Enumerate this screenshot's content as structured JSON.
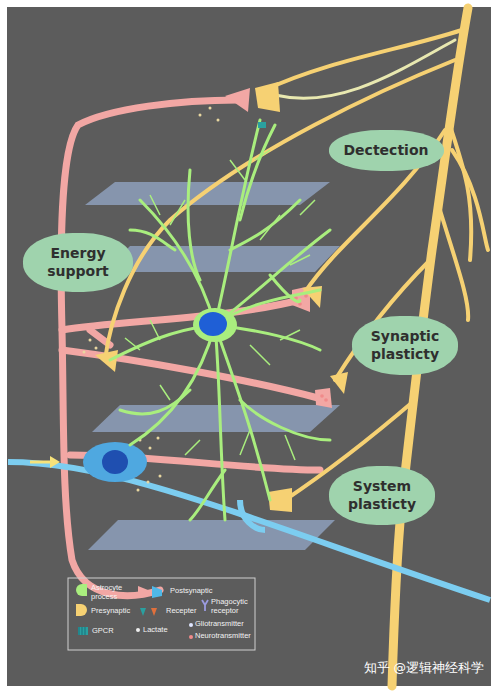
{
  "diagram": {
    "nodes": [
      {
        "text": [
          "Dectection"
        ]
      },
      {
        "text": [
          "Energy support"
        ]
      },
      {
        "text": [
          "Synaptic plasticty"
        ]
      },
      {
        "text": [
          "System plasticty"
        ]
      }
    ],
    "edges": [],
    "labels": [
      "知乎 @逻辑神经科学"
    ],
    "legend": [
      {
        "text": "Astrocyte process",
        "color": "#a9ee7e"
      },
      {
        "text": "Postsynaptic"
      },
      {
        "text": "Presynaptic",
        "color": "#f6d173"
      },
      {
        "text": "Recepter"
      },
      {
        "text": "Phagocytic receptor"
      },
      {
        "text": "GPCR"
      },
      {
        "text": "Lactate"
      },
      {
        "text": "Gliotransmitter"
      },
      {
        "text": "Neurotransmitter"
      }
    ]
  }
}
